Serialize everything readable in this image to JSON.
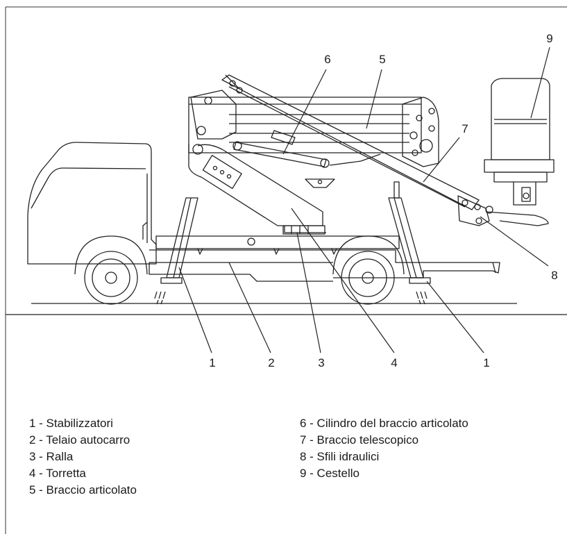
{
  "callouts": [
    "1",
    "2",
    "3",
    "4",
    "1",
    "5",
    "6",
    "7",
    "8",
    "9"
  ],
  "legend": [
    {
      "num": "1",
      "text": "1 - Stabilizzatori"
    },
    {
      "num": "2",
      "text": "2 - Telaio autocarro"
    },
    {
      "num": "3",
      "text": "3 - Ralla"
    },
    {
      "num": "4",
      "text": "4 - Torretta"
    },
    {
      "num": "5",
      "text": "5 - Braccio articolato"
    },
    {
      "num": "6",
      "text": "6 - Cilindro del braccio articolato"
    },
    {
      "num": "7",
      "text": "7 - Braccio telescopico"
    },
    {
      "num": "8",
      "text": "8 - Sfili idraulici"
    },
    {
      "num": "9",
      "text": "9 - Cestello"
    }
  ]
}
